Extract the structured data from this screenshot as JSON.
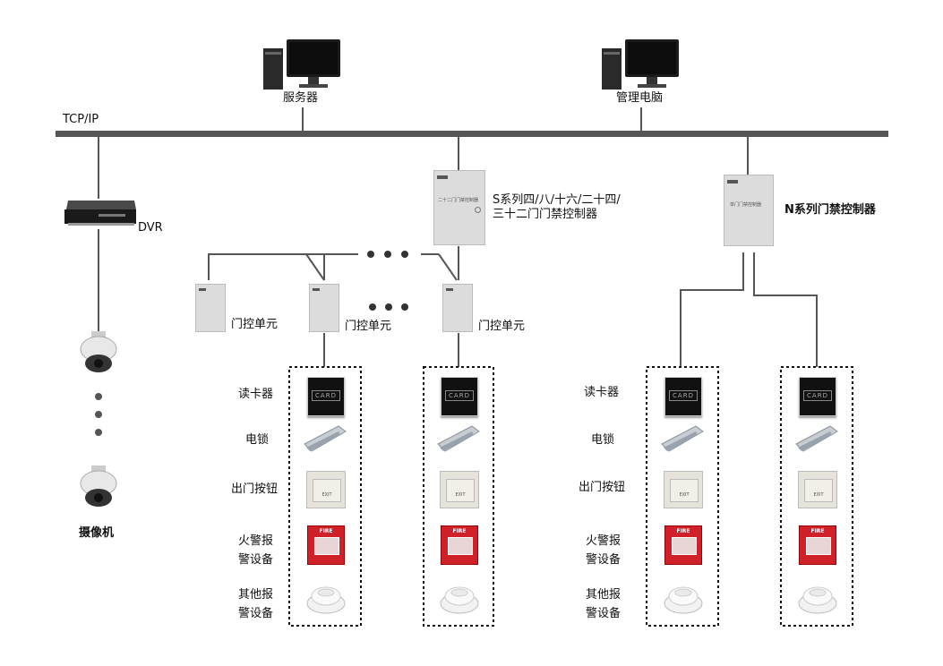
{
  "network": {
    "protocol_label": "TCP/IP"
  },
  "server": {
    "label": "服务器"
  },
  "management_pc": {
    "label": "管理电脑"
  },
  "dvr": {
    "label": "DVR"
  },
  "camera": {
    "label": "摄像机"
  },
  "s_controller": {
    "label": "S系列四/八/十六/二十四/\n三十二门门禁控制器",
    "panel_text": "二十二门门禁控制器"
  },
  "n_controller": {
    "label": "N系列门禁控制器",
    "panel_text": "单门门禁控制器"
  },
  "door_unit_label": "门控单元",
  "devices": {
    "card_reader": "读卡器",
    "card_text": "CARD",
    "lock": "电锁",
    "exit_button": "出门按钮",
    "exit_button_text": "EXIT",
    "fire_alarm": "火警报\n警设备",
    "fire_text": "FIRE",
    "other_alarm": "其他报\n警设备"
  },
  "colors": {
    "line": "#555555",
    "bus": "#555555",
    "panel": "#dcdcdc",
    "fire": "#d0202a"
  }
}
